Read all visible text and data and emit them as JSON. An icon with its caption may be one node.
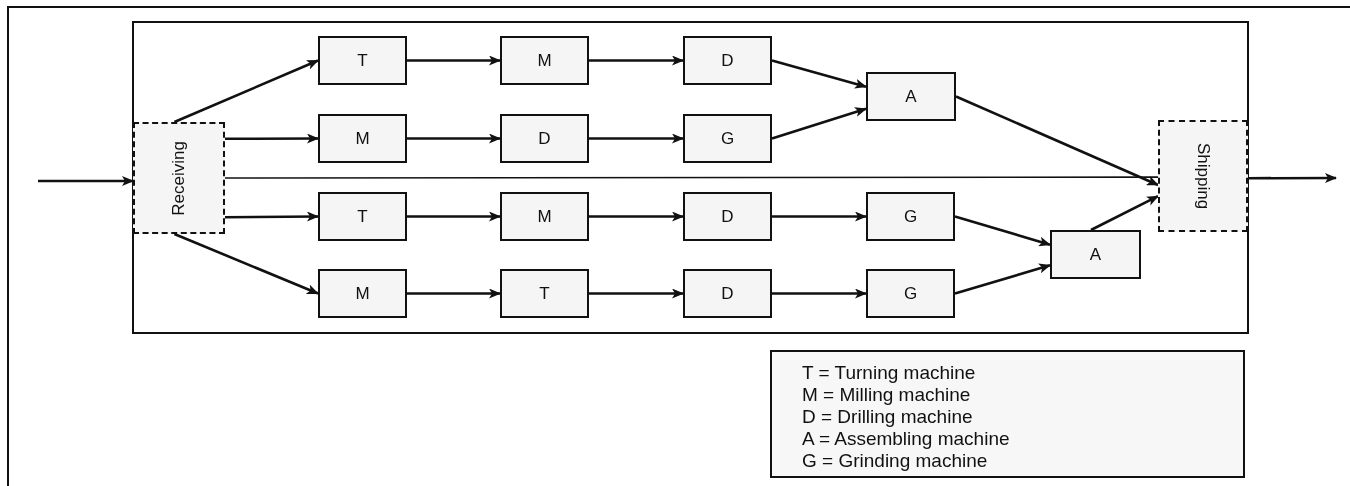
{
  "diagram": {
    "nodes": [
      {
        "text": [
          "Receiving"
        ]
      },
      {
        "text": [
          "T"
        ]
      },
      {
        "text": [
          "M"
        ]
      },
      {
        "text": [
          "D"
        ]
      },
      {
        "text": [
          "M"
        ]
      },
      {
        "text": [
          "D"
        ]
      },
      {
        "text": [
          "G"
        ]
      },
      {
        "text": [
          "A"
        ]
      },
      {
        "text": [
          "Shipping"
        ]
      },
      {
        "text": [
          "T"
        ]
      },
      {
        "text": [
          "M"
        ]
      },
      {
        "text": [
          "D"
        ]
      },
      {
        "text": [
          "G"
        ]
      },
      {
        "text": [
          "M"
        ]
      },
      {
        "text": [
          "T"
        ]
      },
      {
        "text": [
          "D"
        ]
      },
      {
        "text": [
          "G"
        ]
      },
      {
        "text": [
          "A"
        ]
      }
    ],
    "edges": [
      {
        "from": null,
        "to": 0,
        "arrow": "to"
      },
      {
        "from": 0,
        "to": 1,
        "arrow": "to"
      },
      {
        "from": 0,
        "to": 4,
        "arrow": "to"
      },
      {
        "from": 0,
        "to": 9,
        "arrow": "to"
      },
      {
        "from": 0,
        "to": 13,
        "arrow": "to"
      },
      {
        "from": 1,
        "to": 2,
        "arrow": "to"
      },
      {
        "from": 2,
        "to": 3,
        "arrow": "to"
      },
      {
        "from": 3,
        "to": 7,
        "arrow": "to"
      },
      {
        "from": 4,
        "to": 5,
        "arrow": "to"
      },
      {
        "from": 5,
        "to": 6,
        "arrow": "to"
      },
      {
        "from": 6,
        "to": 7,
        "arrow": "to"
      },
      {
        "from": 7,
        "to": 8,
        "arrow": "to"
      },
      {
        "from": 9,
        "to": 10,
        "arrow": "to"
      },
      {
        "from": 10,
        "to": 11,
        "arrow": "to"
      },
      {
        "from": 11,
        "to": 12,
        "arrow": "to"
      },
      {
        "from": 12,
        "to": 17,
        "arrow": "to"
      },
      {
        "from": 13,
        "to": 14,
        "arrow": "to"
      },
      {
        "from": 14,
        "to": 15,
        "arrow": "to"
      },
      {
        "from": 15,
        "to": 16,
        "arrow": "to"
      },
      {
        "from": 16,
        "to": 17,
        "arrow": "to"
      },
      {
        "from": 17,
        "to": 8,
        "arrow": "to"
      },
      {
        "from": 0,
        "to": 8,
        "arrow": "none"
      },
      {
        "from": 8,
        "to": null,
        "arrow": "to"
      }
    ],
    "labels": [
      "T = Turning machine",
      "M = Milling machine",
      "D = Drilling machine",
      "A = Assembling machine",
      "G = Grinding machine"
    ]
  }
}
